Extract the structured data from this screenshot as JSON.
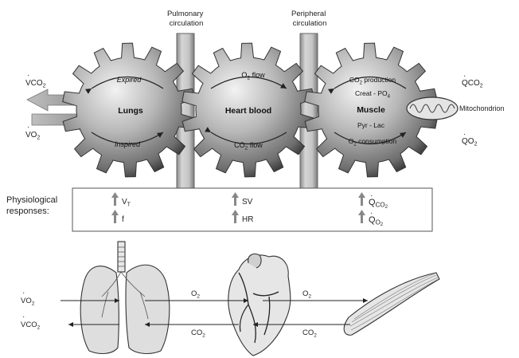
{
  "circulation": {
    "pulmonary": [
      "Pulmonary",
      "circulation"
    ],
    "peripheral": [
      "Peripheral",
      "circulation"
    ]
  },
  "gears": {
    "lungs": {
      "title": "Lungs",
      "top": "Expired",
      "bottom": "Inspired"
    },
    "heart": {
      "title": "Heart blood",
      "top_prefix": "O",
      "top_sub": "2",
      "top_suffix": " flow",
      "bottom_prefix": "CO",
      "bottom_sub": "2",
      "bottom_suffix": " flow"
    },
    "muscle": {
      "title": "Muscle",
      "top_prefix": "CO",
      "top_sub": "2",
      "top_suffix": " production",
      "line2_prefix": "Creat - PO",
      "line2_sub": "4",
      "line3": "Pyr - Lac",
      "bottom_prefix": "O",
      "bottom_sub": "2",
      "bottom_suffix": " consumption"
    }
  },
  "exchange_left": {
    "vco2": {
      "main": "V",
      "prefix": "CO",
      "sub": "2"
    },
    "vo2": {
      "main": "V",
      "prefix": "O",
      "sub": "2"
    }
  },
  "exchange_right": {
    "qco2": {
      "main": "Q",
      "prefix": "CO",
      "sub": "2"
    },
    "qo2": {
      "main": "Q",
      "prefix": "O",
      "sub": "2"
    }
  },
  "mitochondrion": "Mitochondrion",
  "responses": {
    "title": [
      "Physiological",
      "responses:"
    ],
    "lungs": [
      {
        "main": "V",
        "sub": "T"
      },
      {
        "main": "f",
        "sub": ""
      }
    ],
    "heart": [
      {
        "main": "SV",
        "sub": ""
      },
      {
        "main": "HR",
        "sub": ""
      }
    ],
    "muscle": [
      {
        "main": "Q",
        "sub": "CO",
        "sub2": "2"
      },
      {
        "main": "Q",
        "sub": "O",
        "sub2": "2"
      }
    ]
  },
  "bottom": {
    "vo2": {
      "main": "V",
      "prefix": "O",
      "sub": "2"
    },
    "vco2": {
      "main": "V",
      "prefix": "CO",
      "sub": "2"
    },
    "o2_left": {
      "prefix": "O",
      "sub": "2"
    },
    "co2_left": {
      "prefix": "CO",
      "sub": "2"
    },
    "o2_right": {
      "prefix": "O",
      "sub": "2"
    },
    "co2_right": {
      "prefix": "CO",
      "sub": "2"
    }
  }
}
